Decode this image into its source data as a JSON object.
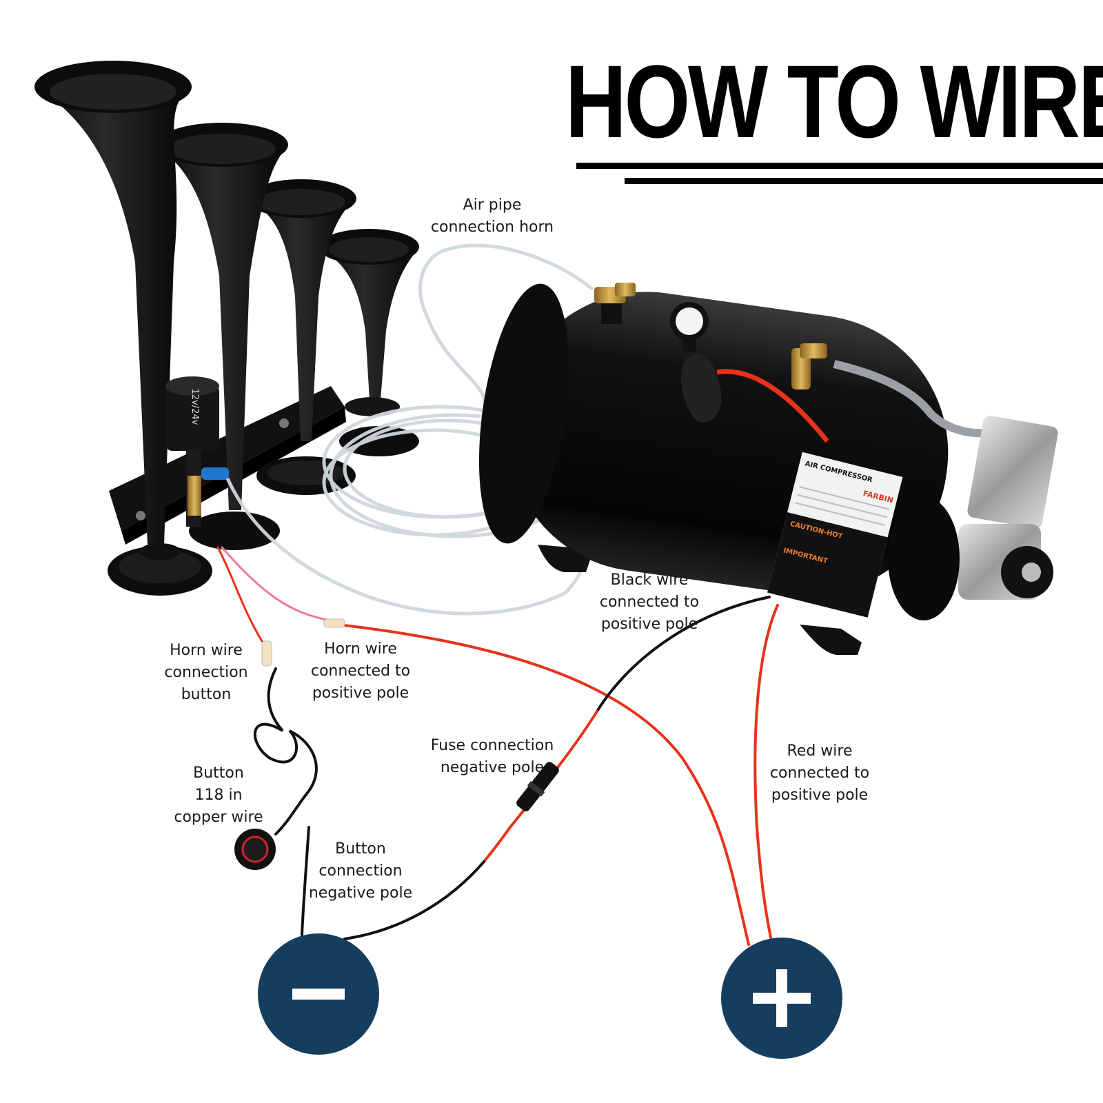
{
  "title": "HOW TO WIRE",
  "labels": {
    "air_pipe": "Air pipe\nconnection horn",
    "black_wire": "Black wire\nconnected to\npositive pole",
    "horn_wire_button": "Horn wire\nconnection\nbutton",
    "horn_wire_positive": "Horn wire\nconnected to\npositive pole",
    "fuse": "Fuse connection\nnegative pole",
    "red_wire": "Red wire\nconnected to\npositive pole",
    "button_wire": "Button\n118 in\ncopper wire",
    "button_negative": "Button\nconnection\nnegative pole"
  },
  "device_labels": {
    "horn_switch": "12v/24v",
    "compressor_plate": "AIR COMPRESSOR",
    "brand": "FARBIN",
    "caution": "CAUTION-HOT",
    "important": "IMPORTANT"
  },
  "poles": {
    "negative": "negative-pole",
    "positive": "positive-pole"
  },
  "colors": {
    "pole_fill": "#143d5e",
    "wire_red": "#e8321a",
    "wire_black": "#111111",
    "hose": "#cfd8dc",
    "brass": "#c79a3a"
  }
}
